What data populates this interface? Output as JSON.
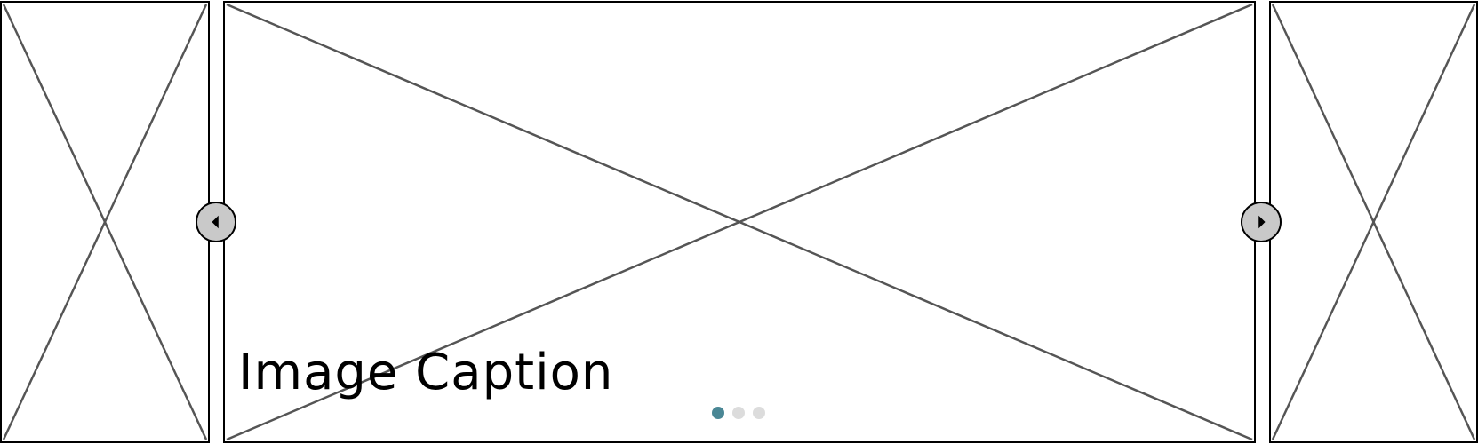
{
  "carousel": {
    "caption": "Image Caption",
    "prev_icon": "chevron-left-icon",
    "next_icon": "chevron-right-icon",
    "slide_count": 3,
    "active_slide": 1,
    "colors": {
      "active_dot": "#4a8795",
      "inactive_dot": "#dcdcdc",
      "arrow_fill": "#c9c9c9",
      "placeholder_cross": "#555555"
    }
  }
}
